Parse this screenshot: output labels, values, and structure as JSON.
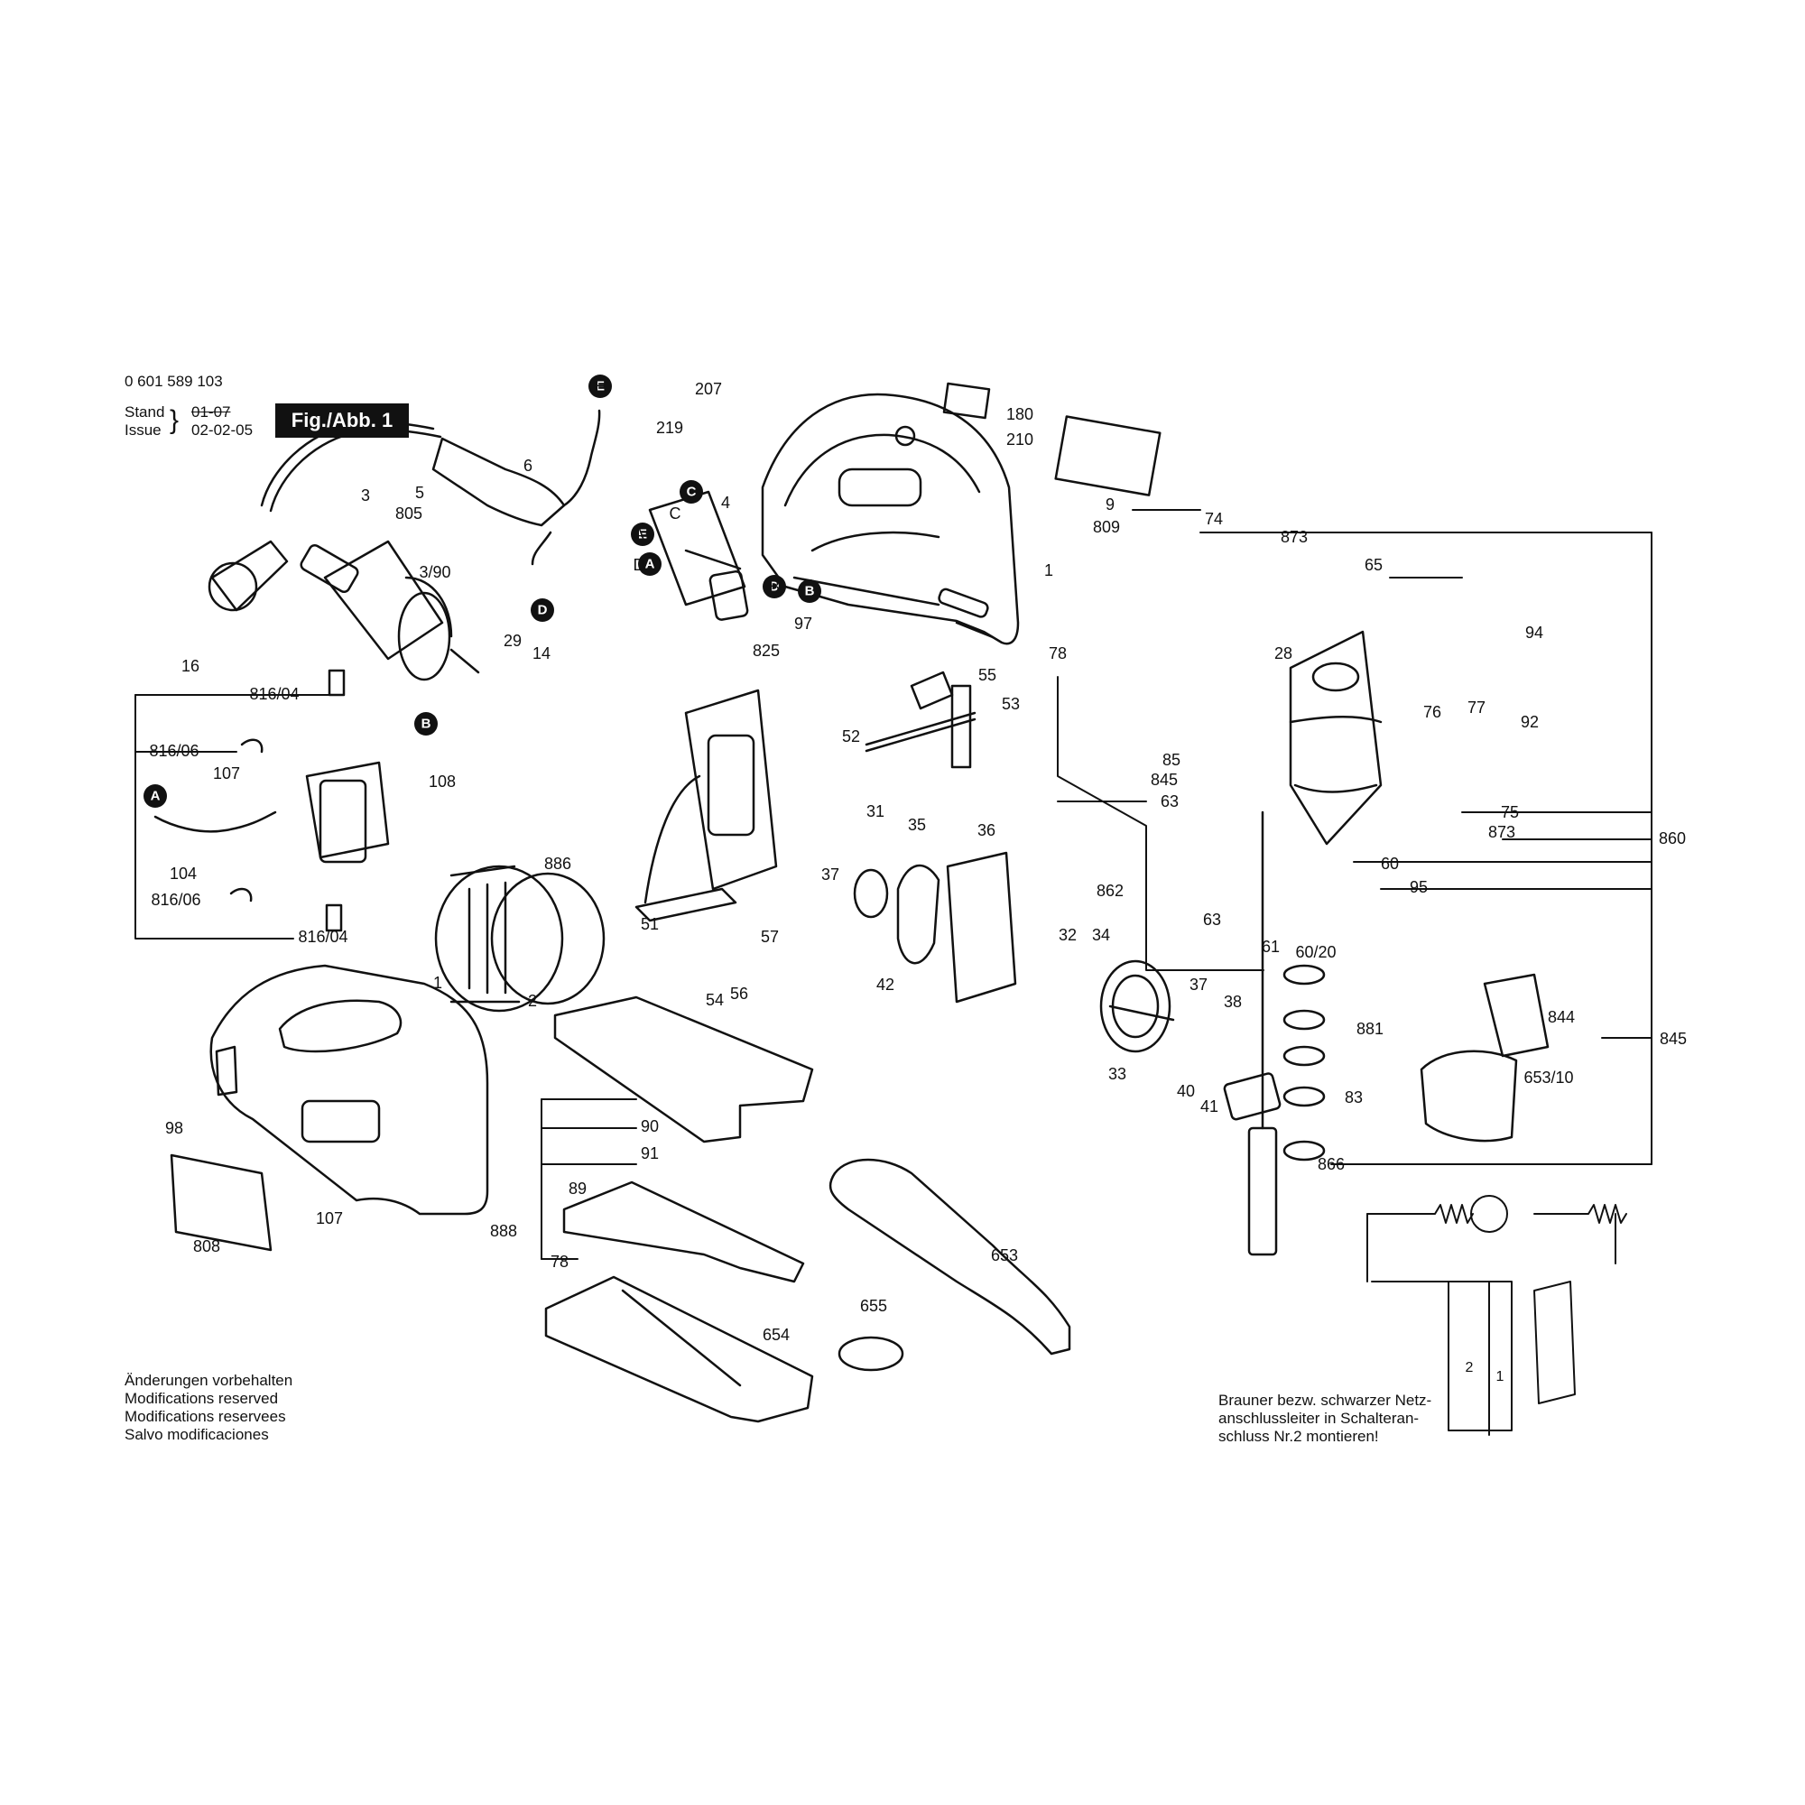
{
  "header": {
    "part_number": "0 601 589 103",
    "stand_label": "Stand",
    "stand_date": "01-07",
    "issue_label": "Issue",
    "issue_date": "02-02-05",
    "figure_tag": "Fig./Abb. 1"
  },
  "connectors": [
    "A",
    "B",
    "C",
    "D",
    "E"
  ],
  "part_labels": [
    "207",
    "219",
    "180",
    "210",
    "9",
    "809",
    "74",
    "873",
    "65",
    "6",
    "5",
    "805",
    "3",
    "3/90",
    "E",
    "C",
    "4",
    "A",
    "D",
    "B",
    "97",
    "825",
    "29",
    "14",
    "1",
    "16",
    "816/04",
    "816/06",
    "107",
    "108",
    "104",
    "816/06",
    "816/04",
    "886",
    "55",
    "53",
    "52",
    "28",
    "78",
    "94",
    "76",
    "77",
    "92",
    "85",
    "845",
    "63",
    "75",
    "873",
    "860",
    "31",
    "35",
    "36",
    "37",
    "51",
    "57",
    "54",
    "56",
    "42",
    "2",
    "862",
    "63",
    "60",
    "95",
    "61",
    "60/20",
    "844",
    "845",
    "32",
    "34",
    "33",
    "37",
    "38",
    "40",
    "41",
    "881",
    "83",
    "653/10",
    "1",
    "98",
    "90",
    "91",
    "89",
    "107",
    "808",
    "888",
    "78",
    "866",
    "653",
    "655",
    "654"
  ],
  "notes_left": [
    "Änderungen vorbehalten",
    "Modifications reserved",
    "Modifications reservees",
    "Salvo modificaciones"
  ],
  "notes_right": [
    "Brauner bezw. schwarzer Netz-",
    "anschlussleiter in Schalteran-",
    "schluss Nr.2 montieren!"
  ],
  "schematic_terminals": [
    "2",
    "1"
  ]
}
